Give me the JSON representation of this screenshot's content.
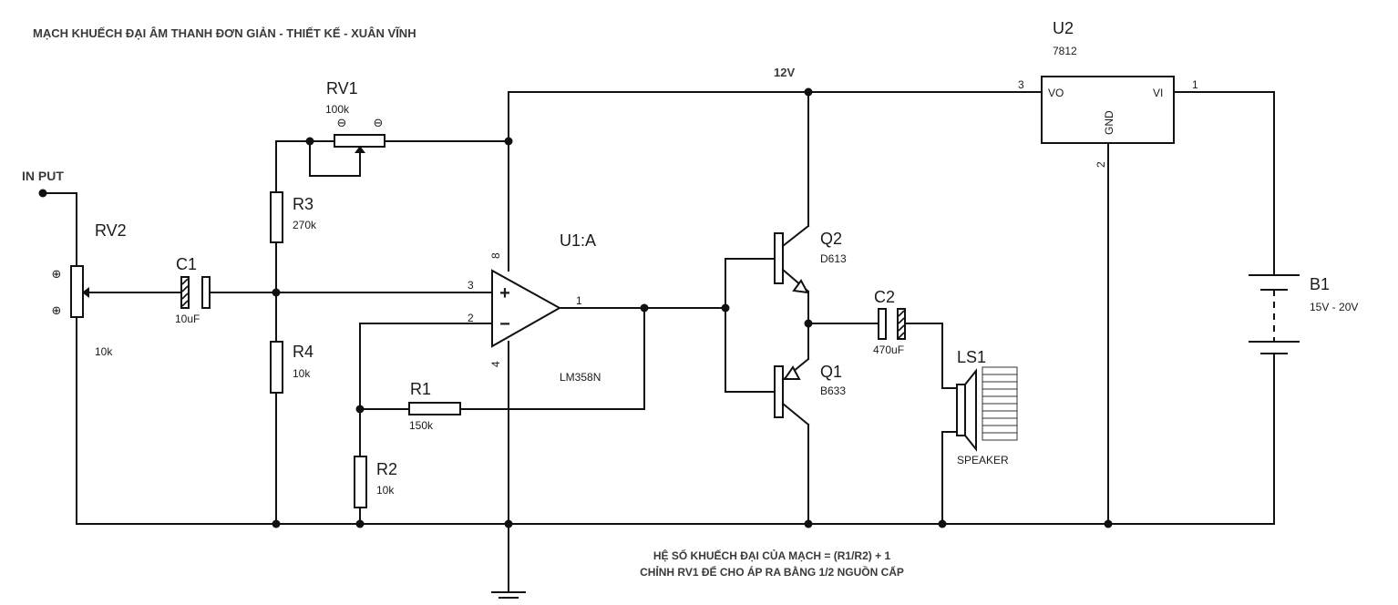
{
  "title": "MẠCH KHUẾCH ĐẠI ÂM THANH ĐƠN GIẢN - THIẾT KẾ - XUÂN VĨNH",
  "input_label": "IN PUT",
  "rail_label": "12V",
  "notes": [
    "HỆ SỐ KHUẾCH ĐẠI CỦA MẠCH = (R1/R2) + 1",
    "CHỈNH RV1 ĐỂ CHO ÁP RA BẰNG 1/2 NGUỒN CẤP"
  ],
  "components": {
    "rv1": {
      "ref": "RV1",
      "value": "100k"
    },
    "rv2": {
      "ref": "RV2",
      "value": "10k"
    },
    "r1": {
      "ref": "R1",
      "value": "150k"
    },
    "r2": {
      "ref": "R2",
      "value": "10k"
    },
    "r3": {
      "ref": "R3",
      "value": "270k"
    },
    "r4": {
      "ref": "R4",
      "value": "10k"
    },
    "c1": {
      "ref": "C1",
      "value": "10uF"
    },
    "c2": {
      "ref": "C2",
      "value": "470uF"
    },
    "u1": {
      "ref": "U1:A",
      "value": "LM358N",
      "pins": {
        "in_plus": "3",
        "in_minus": "2",
        "out": "1",
        "vcc": "8",
        "gnd": "4"
      }
    },
    "u2": {
      "ref": "U2",
      "value": "7812",
      "pins": {
        "vo": "VO",
        "vi": "VI",
        "gnd": "GND",
        "pin_vo": "3",
        "pin_vi": "1",
        "pin_gnd": "2"
      }
    },
    "q1": {
      "ref": "Q1",
      "value": "B633"
    },
    "q2": {
      "ref": "Q2",
      "value": "D613"
    },
    "ls1": {
      "ref": "LS1",
      "value": "SPEAKER"
    },
    "b1": {
      "ref": "B1",
      "value": "15V - 20V"
    }
  },
  "symbols": {
    "plus": "+",
    "minus": "−",
    "pot_arrows": [
      "⊖",
      "⊖"
    ]
  }
}
